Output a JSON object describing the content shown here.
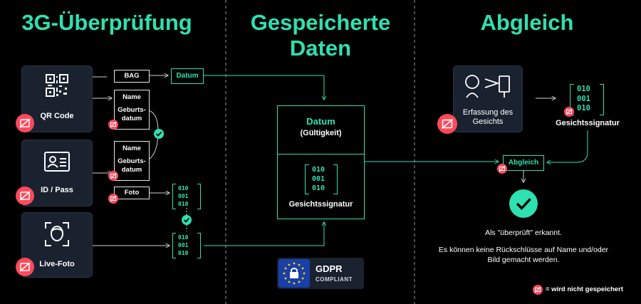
{
  "headings": {
    "col1": "3G-Überprüfung",
    "col2_line1": "Gespeicherte",
    "col2_line2": "Daten",
    "col3": "Abgleich"
  },
  "sources": {
    "qr": "QR Code",
    "id": "ID / Pass",
    "live": "Live-Foto"
  },
  "fields": {
    "bag": "BAG",
    "datum": "Datum",
    "name": "Name",
    "geburts": "Geburts-",
    "datum2": "datum",
    "foto": "Foto"
  },
  "binary": [
    "010",
    "001",
    "010"
  ],
  "stored": {
    "title": "Datum",
    "validity": "(Gültigkeit)",
    "signature": "Gesichtssignatur"
  },
  "gdpr": {
    "title": "GDPR",
    "subtitle": "COMPLIANT"
  },
  "match": {
    "capture_line1": "Erfassung des",
    "capture_line2": "Gesichts",
    "signature": "Gesichtssignatur",
    "abgleich": "Abgleich",
    "verified": "Als \"überprüft\" erkannt.",
    "note_line1": "Es können keine Rückschlüsse auf Name und/oder",
    "note_line2": "Bild gemacht werden.",
    "legend": "= wird nicht gespeichert"
  },
  "colors": {
    "accent": "#2fe0b0",
    "alert": "#ff4a5a",
    "card": "#1a2230",
    "gdpr": "#1a3fa8"
  },
  "icons": [
    "qr-code-icon",
    "id-card-icon",
    "face-scan-icon",
    "no-camera-icon",
    "check-icon",
    "lock-icon",
    "face-capture-icon"
  ]
}
